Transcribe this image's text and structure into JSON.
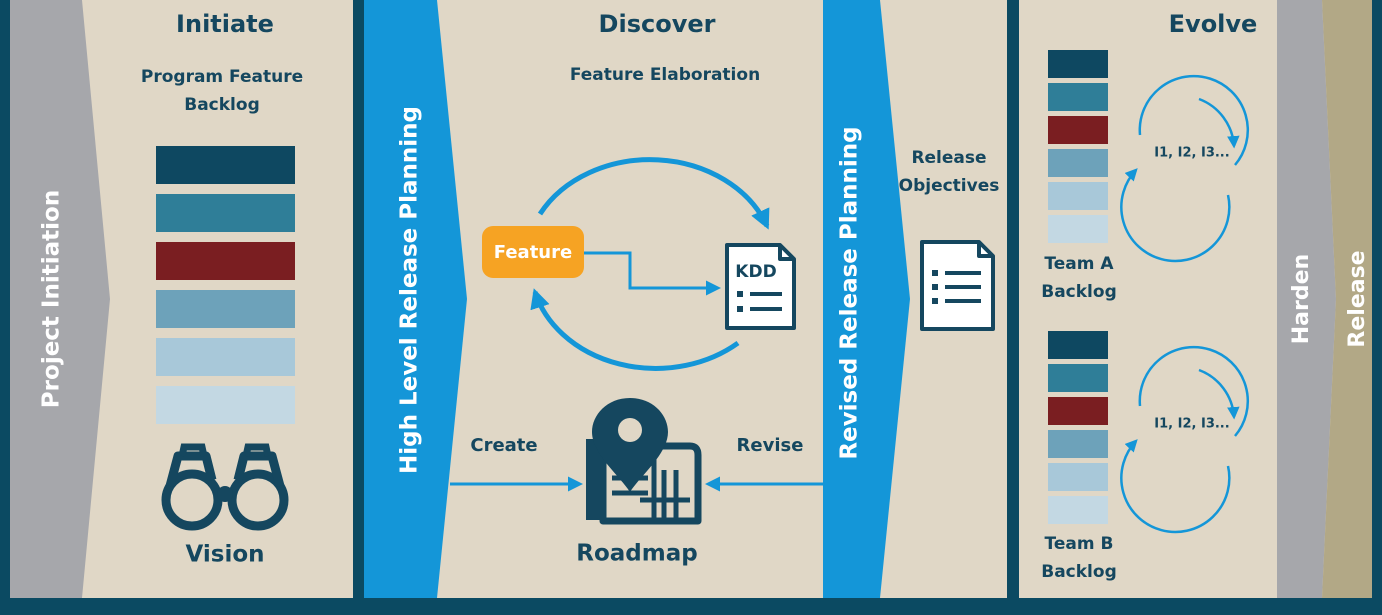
{
  "colors": {
    "frame": "#0b4a62",
    "panel": "#e0d7c6",
    "project_arrow": "#a6a7ab",
    "harden_band": "#a6a7ab",
    "release_band": "#b2a886",
    "planning_blue": "#1496d8",
    "feature_orange": "#f6a323",
    "title_text": "#15475f",
    "backlog": [
      "#0e4861",
      "#2f7e98",
      "#7a1e21",
      "#6da2ba",
      "#a8c8d9",
      "#c3d8e3"
    ]
  },
  "side": {
    "project_initiation": "Project Initiation",
    "harden": "Harden",
    "release": "Release"
  },
  "initiate": {
    "title": "Initiate",
    "backlog_label": [
      "Program Feature",
      "Backlog"
    ],
    "vision_label": "Vision",
    "vision_icon": "binoculars-icon"
  },
  "high_level_planning": "High Level Release Planning",
  "discover": {
    "title": "Discover",
    "subtitle": "Feature Elaboration",
    "feature": "Feature",
    "kdd": "KDD",
    "create": "Create",
    "revise": "Revise",
    "roadmap": "Roadmap",
    "roadmap_icon": "map-pin-icon"
  },
  "revised_planning": "Revised Release Planning",
  "release_objectives": [
    "Release",
    "Objectives"
  ],
  "evolve": {
    "title": "Evolve",
    "teams": [
      {
        "label": [
          "Team A",
          "Backlog"
        ],
        "iterations": "I1, I2, I3..."
      },
      {
        "label": [
          "Team B",
          "Backlog"
        ],
        "iterations": "I1, I2, I3..."
      }
    ]
  }
}
